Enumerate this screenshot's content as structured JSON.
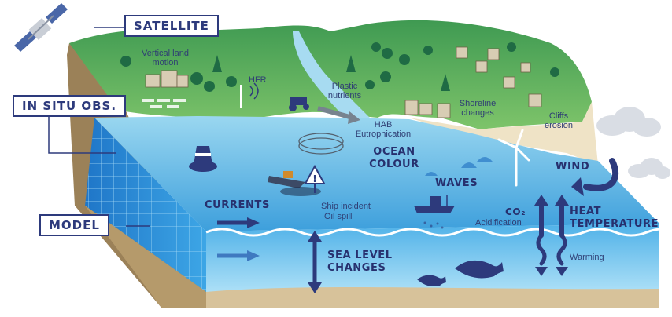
{
  "side_labels": {
    "satellite": "SATELLITE",
    "in_situ": "IN SITU OBS.",
    "model": "MODEL"
  },
  "land_labels": {
    "vertical_land_motion": "Vertical land motion",
    "hfr": "HFR",
    "plastic_nutrients": "Plastic nutrients",
    "hab_eutrophication": "HAB Eutrophication",
    "shoreline_changes": "Shoreline changes",
    "cliffs_erosion": "Cliffs erosion"
  },
  "ocean_labels": {
    "ocean_colour": "OCEAN COLOUR",
    "waves": "WAVES",
    "wind": "WIND",
    "currents": "CURRENTS",
    "ship_incident": "Ship incident",
    "oil_spill": "Oil spill",
    "co2": "CO₂",
    "acidification": "Acidification",
    "heat": "HEAT",
    "temperature": "TEMPERATURE",
    "warming": "Warming",
    "sea_level": "SEA LEVEL",
    "changes": "CHANGES"
  },
  "colors": {
    "navy": "#2d3a7c",
    "ocean_surface": "#5ab9e6",
    "land_green": "#63b566",
    "sand": "#efe3c6"
  }
}
